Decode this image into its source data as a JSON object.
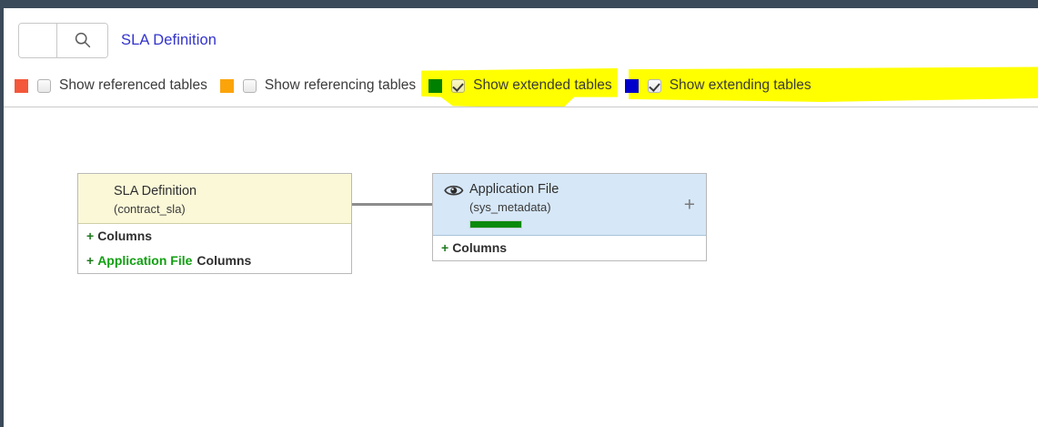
{
  "header": {
    "search": {
      "placeholder": "",
      "value": "",
      "icon": "search-icon",
      "button_label": ""
    },
    "title": "SLA Definition",
    "title_color": "#3333cc"
  },
  "legend": {
    "items": [
      {
        "id": "show-referenced-tables",
        "label": "Show referenced tables",
        "swatch_color": "#f4573b",
        "checked": false,
        "highlighted": false
      },
      {
        "id": "show-referencing-tables",
        "label": "Show referencing tables",
        "swatch_color": "#fba40a",
        "checked": false,
        "highlighted": false
      },
      {
        "id": "show-extended-tables",
        "label": "Show extended tables",
        "swatch_color": "#008000",
        "checked": true,
        "highlighted": true
      },
      {
        "id": "show-extending-tables",
        "label": "Show extending tables",
        "swatch_color": "#0000cc",
        "checked": true,
        "highlighted": true
      }
    ],
    "highlight_color": "#ffff00"
  },
  "diagram": {
    "nodes": [
      {
        "id": "sla-definition",
        "title": "SLA Definition",
        "subtitle": "(contract_sla)",
        "header_color": "#fbf8d8",
        "icon": null,
        "progress_bar": null,
        "expand_label": null,
        "rows": [
          {
            "plus": "+",
            "text": "Columns",
            "accent_text": null
          },
          {
            "plus": "+",
            "text": "Columns",
            "accent_text": "Application File"
          }
        ]
      },
      {
        "id": "application-file",
        "title": "Application File",
        "subtitle": "(sys_metadata)",
        "header_color": "#d6e7f7",
        "icon": "eye-icon",
        "progress_bar": {
          "color": "#0a8a0a"
        },
        "expand_label": "+",
        "rows": [
          {
            "plus": "+",
            "text": "Columns",
            "accent_text": null
          }
        ]
      }
    ],
    "connector": {
      "from": "sla-definition",
      "to": "application-file"
    }
  }
}
